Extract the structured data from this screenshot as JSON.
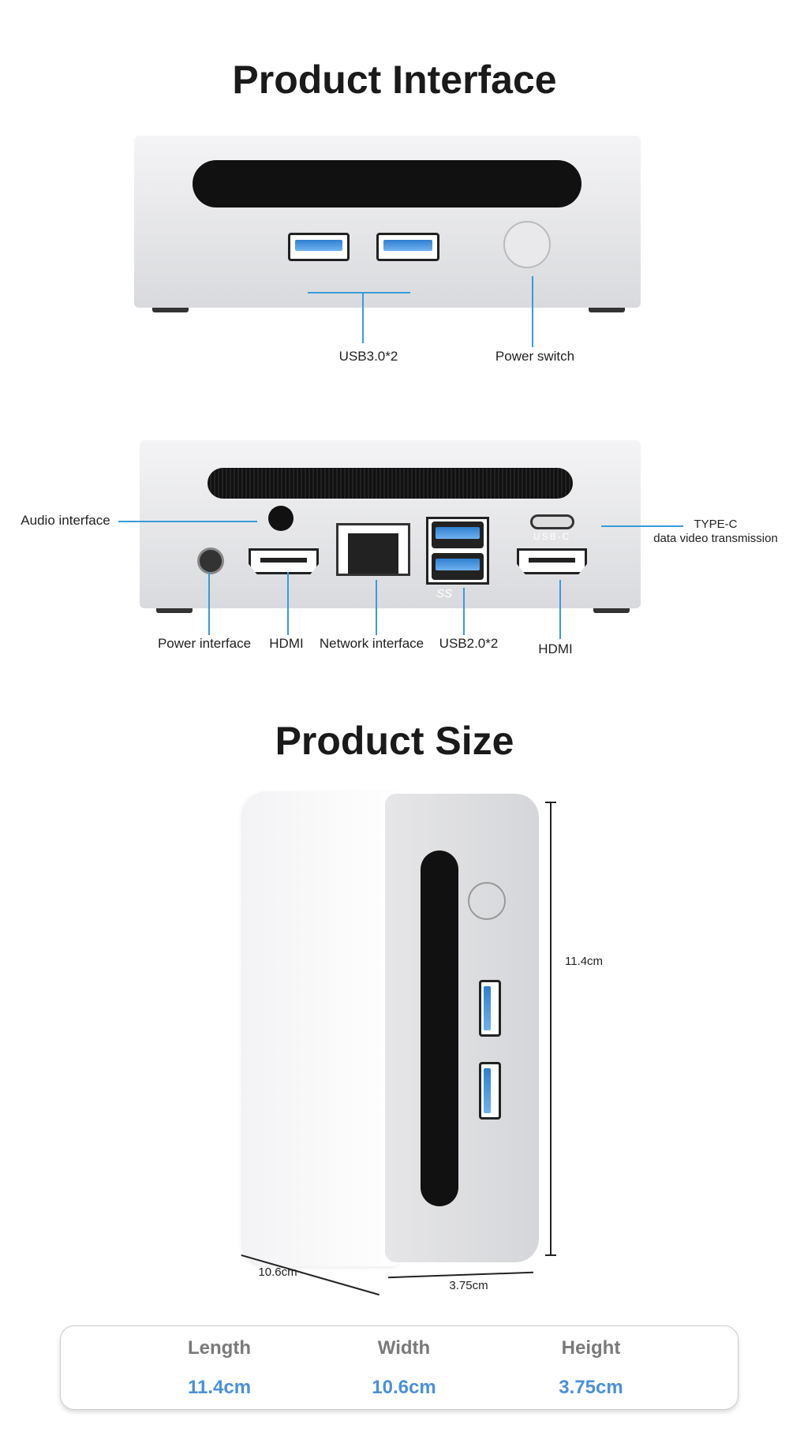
{
  "interface": {
    "title": "Product Interface",
    "front_labels": {
      "usb3": "USB3.0*2",
      "power_switch": "Power switch"
    },
    "back_labels": {
      "audio": "Audio interface",
      "typec_1": "TYPE-C",
      "typec_2": "data video transmission",
      "power": "Power interface",
      "hdmi1": "HDMI",
      "network": "Network interface",
      "usb2": "USB2.0*2",
      "hdmi2": "HDMI"
    },
    "port_marks": {
      "usbc": "USB-C",
      "ss": "SS"
    }
  },
  "size": {
    "title": "Product Size",
    "height_dim": "11.4cm",
    "length_dim": "10.6cm",
    "width_dim": "3.75cm"
  },
  "spec_table": [
    {
      "label": "Length",
      "value": "11.4cm"
    },
    {
      "label": "Width",
      "value": "10.6cm"
    },
    {
      "label": "Height",
      "value": "3.75cm"
    }
  ],
  "colors": {
    "accent": "#4a90d9",
    "callout": "#3a9ad9"
  }
}
